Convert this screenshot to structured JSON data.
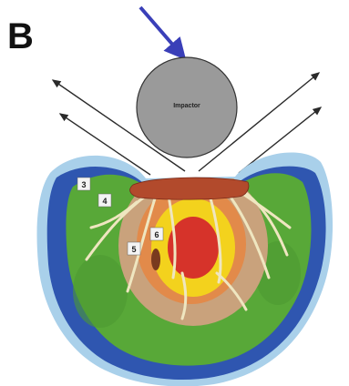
{
  "panel_letter": "B",
  "impactor": {
    "label": "Impactor"
  },
  "zone_labels": [
    "3",
    "4",
    "5",
    "6"
  ],
  "colors": {
    "impact_arrow": "#3a3fb8",
    "ejecta_arrows": "#2a2a2a",
    "impactor_fill": "#9a9a9a",
    "outer_blue": "#2f56b0",
    "light_blue": "#a9d0ea",
    "green": "#58a838",
    "tan": "#c9a27c",
    "orange": "#e28a4a",
    "yellow": "#f3d21d",
    "red_core": "#d6332a",
    "melt_layer": "#b24a2c",
    "fractures": "#efe6c0"
  }
}
